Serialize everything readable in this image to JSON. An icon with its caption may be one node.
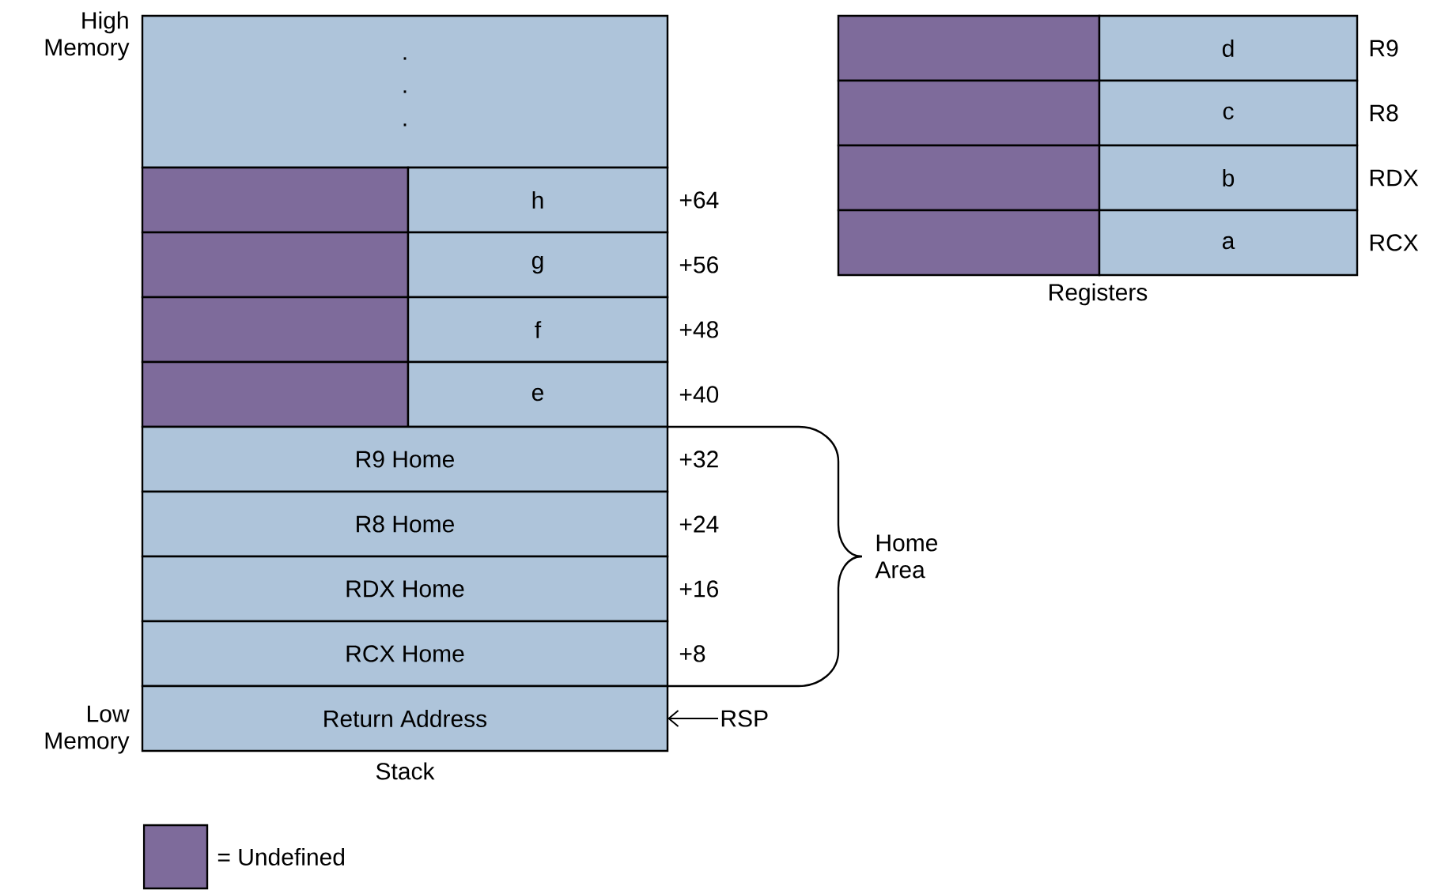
{
  "diagram": {
    "nodes": [
      {
        "text": [
          ".",
          ".",
          "."
        ]
      },
      {
        "text": [],
        "shape": "box"
      },
      {
        "text": [
          "h"
        ],
        "beside": [
          "+64"
        ]
      },
      {
        "text": [],
        "shape": "box"
      },
      {
        "text": [
          "g"
        ],
        "beside": [
          "+56"
        ]
      },
      {
        "text": [],
        "shape": "box"
      },
      {
        "text": [
          "f"
        ],
        "beside": [
          "+48"
        ]
      },
      {
        "text": [],
        "shape": "box"
      },
      {
        "text": [
          "e"
        ],
        "beside": [
          "+40"
        ]
      },
      {
        "text": [
          "R9 Home"
        ],
        "beside": [
          "+32"
        ]
      },
      {
        "text": [
          "R8 Home"
        ],
        "beside": [
          "+24"
        ]
      },
      {
        "text": [
          "RDX Home"
        ],
        "beside": [
          "+16"
        ]
      },
      {
        "text": [
          "RCX Home"
        ],
        "beside": [
          "+8"
        ]
      },
      {
        "text": [
          "Return Address"
        ]
      },
      {
        "text": [
          "RSP"
        ]
      },
      {
        "text": [],
        "shape": "box"
      },
      {
        "text": [
          "d"
        ],
        "beside": [
          "R9"
        ]
      },
      {
        "text": [],
        "shape": "box"
      },
      {
        "text": [
          "c"
        ],
        "beside": [
          "R8"
        ]
      },
      {
        "text": [],
        "shape": "box"
      },
      {
        "text": [
          "b"
        ],
        "beside": [
          "RDX"
        ]
      },
      {
        "text": [],
        "shape": "box"
      },
      {
        "text": [
          "a"
        ],
        "beside": [
          "RCX"
        ]
      }
    ],
    "edges": [
      {
        "from": 14,
        "to": 13,
        "arrow": "to"
      }
    ],
    "labels": [
      "High Memory",
      "Low Memory",
      "Home Area",
      "Stack",
      "Registers"
    ],
    "legend": [
      {
        "text": "= Undefined",
        "color": "#7e6b9b"
      }
    ]
  }
}
